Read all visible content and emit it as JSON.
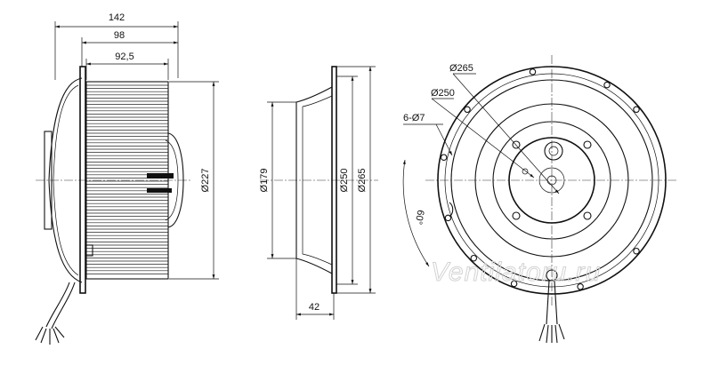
{
  "dimensions": {
    "side_total_length": "142",
    "side_body_length": "98",
    "side_impeller_length": "92,5",
    "side_height": "Ø227",
    "inlet_inner_diameter": "Ø179",
    "inlet_middle_diameter": "Ø250",
    "inlet_outer_diameter": "Ø265",
    "inlet_depth": "42",
    "front_outer_diameter": "Ø265",
    "front_bolt_circle": "Ø250",
    "mounting_holes": "6-Ø7",
    "hole_angle": "60°"
  },
  "watermark": "Ventilatoru.ru"
}
